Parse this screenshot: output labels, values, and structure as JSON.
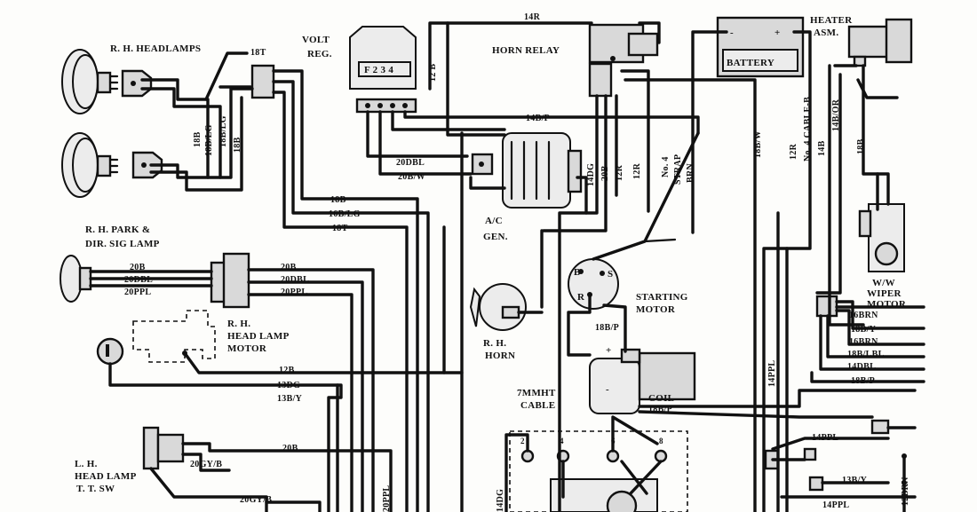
{
  "components": {
    "rh_headlamps": "R. H. HEADLAMPS",
    "volt_reg_line1": "VOLT",
    "volt_reg_line2": "REG.",
    "volt_reg_terminals": "F 2 3 4",
    "horn_relay": "HORN RELAY",
    "battery": "BATTERY",
    "heater_line1": "HEATER",
    "heater_line2": "ASM.",
    "park_lamp_line1": "R. H. PARK &",
    "park_lamp_line2": "DIR. SIG LAMP",
    "ac_gen_line1": "A/C",
    "ac_gen_line2": "GEN.",
    "starting_motor_line1": "STARTING",
    "starting_motor_line2": "MOTOR",
    "wiper_line1": "W/W",
    "wiper_line2": "WIPER",
    "wiper_line3": "MOTOR",
    "head_lamp_motor_line1": "R. H.",
    "head_lamp_motor_line2": "HEAD LAMP",
    "head_lamp_motor_line3": "MOTOR",
    "horn_line1": "R. H.",
    "horn_line2": "HORN",
    "coil": "COIL",
    "cable_line1": "7MMHT",
    "cable_line2": "CABLE",
    "lh_switch_line1": "L. H.",
    "lh_switch_line2": "HEAD LAMP",
    "lh_switch_line3": "T. T. SW",
    "battery_minus": "-",
    "battery_plus": "+",
    "coil_plus": "+",
    "coil_minus": "-",
    "motor_b": "B",
    "motor_s": "S",
    "motor_r": "R",
    "dist_2": "2",
    "dist_4": "4",
    "dist_6": "6",
    "dist_8": "8"
  },
  "wires": {
    "w18t": "18T",
    "w18b_a": "18B",
    "w18b_lg_a": "18B/LG",
    "w18b_lg_b": "18B/LG",
    "w18b_b": "18B",
    "w12b_reg": "12 B",
    "w14r": "14R",
    "w14b_p": "14B/P",
    "w20dbl_gen": "20DBL",
    "w20b_w": "20B/W",
    "w18b_c": "18B",
    "w16b_lg": "16B/LG",
    "w18t_b": "18T",
    "w20b_l": "20B",
    "w20dbl_l": "20DBL",
    "w20ppl_l": "20PPL",
    "w20b_r": "20B",
    "w20dbl_r": "20DBL",
    "w20ppl_r": "20PPL",
    "w14dg": "14DG",
    "w20b_v": "20B",
    "w12r_v": "12R",
    "w_strap_1": "No. 4",
    "w_strap_2": "STRAP",
    "w_strap_3": "BRN",
    "w18b_w": "18B/W",
    "w12r_b": "12R",
    "w_cable_b": "No. 4 CABLE-B",
    "w14b_v": "14B",
    "w14b_or": "14B/OR",
    "w18b_heat": "18B",
    "w18b_p_motor": "18B/P",
    "w12b_h": "12B",
    "w13dg": "13DG",
    "w13b_y": "13B/Y",
    "w20b_sw": "20B",
    "w20gy_b_a": "20GY/B",
    "w20gy_b_b": "20GY/B",
    "w20ppl_v": "20PPL",
    "w14dg_b": "14DG",
    "w14ppl_v": "14PPL",
    "w16brn_a": "16BRN",
    "w18b_y": "18B/Y",
    "w16brn_b": "16BRN",
    "w18b_lbl": "18B/LBL",
    "w14dbl": "14DBL",
    "w18b_p_a": "18B/P",
    "w18b_p_coil": "18B/P",
    "w14ppl_a": "14PPL",
    "w13b_y_b": "13B/Y",
    "w14ppl_b": "14PPL",
    "w12brn": "12BRN"
  }
}
